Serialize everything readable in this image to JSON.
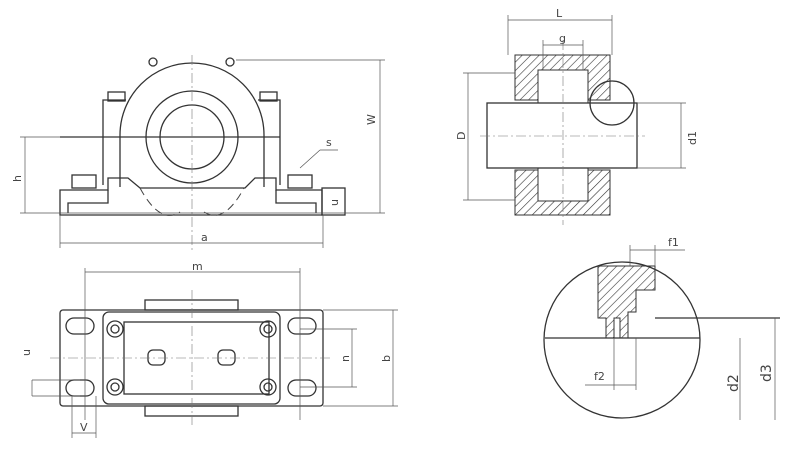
{
  "title": "Plummer block housing dimension drawing",
  "labels": {
    "front": {
      "width_total": "W",
      "center_height": "h",
      "bolt": "s",
      "base_height": "u",
      "length": "a"
    },
    "top": {
      "bolt_spacing": "m",
      "base_width": "b",
      "bolt_spacing_cross": "n",
      "slot_width": "u",
      "slot_length": "V"
    },
    "side": {
      "width": "L",
      "bearing_width": "g",
      "outer_diameter": "D",
      "shaft_diameter": "d1"
    },
    "detail": {
      "f1": "f1",
      "f2": "f2",
      "d2": "d2",
      "d3": "d3"
    }
  }
}
